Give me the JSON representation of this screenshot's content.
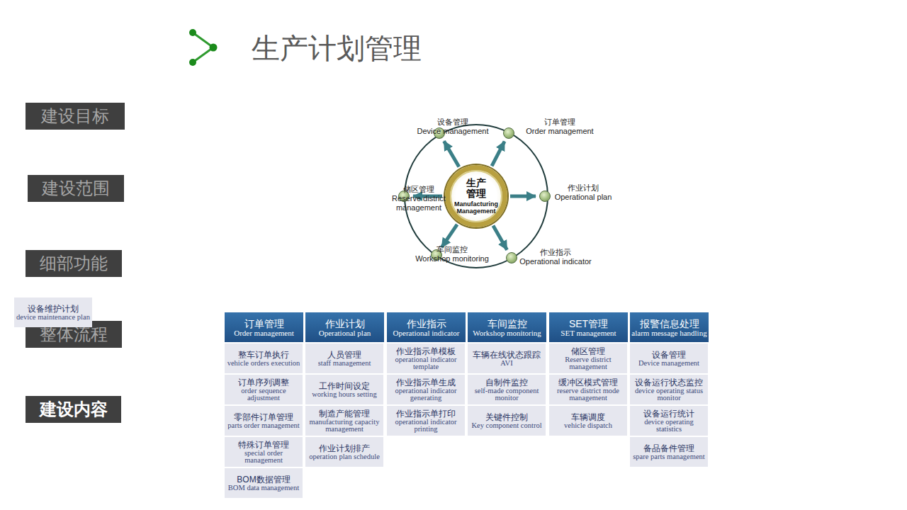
{
  "diagram": {
    "title": "生产计划管理",
    "nodes": [
      {
        "text": [
          "建设目标"
        ]
      },
      {
        "text": [
          "建设范围"
        ]
      },
      {
        "text": [
          "细部功能"
        ]
      },
      {
        "text": [
          "整体流程"
        ]
      },
      {
        "text": [
          "建设内容"
        ]
      },
      {
        "text": [
          "生产 管理",
          "Manufacturing Management"
        ]
      },
      {
        "text": [
          "设备管理",
          "Device management"
        ]
      },
      {
        "text": [
          "订单管理",
          "Order management"
        ]
      },
      {
        "text": [
          "储区管理",
          "Reserve district management"
        ]
      },
      {
        "text": [
          "作业计划",
          "Operational plan"
        ]
      },
      {
        "text": [
          "车间监控",
          "Workshop monitoring"
        ]
      },
      {
        "text": [
          "作业指示",
          "Operational indicator"
        ]
      },
      {
        "text": [
          "订单管理",
          "Order management"
        ]
      },
      {
        "text": [
          "整车订单执行",
          "vehicle orders execution"
        ]
      },
      {
        "text": [
          "订单序列调整",
          "order sequence adjustment"
        ]
      },
      {
        "text": [
          "零部件订单管理",
          "parts order management"
        ]
      },
      {
        "text": [
          "特殊订单管理",
          "special order management"
        ]
      },
      {
        "text": [
          "BOM数据管理",
          "BOM data management"
        ]
      },
      {
        "text": [
          "作业计划",
          "Operational plan"
        ]
      },
      {
        "text": [
          "人员管理",
          "staff management"
        ]
      },
      {
        "text": [
          "工作时间设定",
          "working hours setting"
        ]
      },
      {
        "text": [
          "制造产能管理",
          "manufacturing capacity management"
        ]
      },
      {
        "text": [
          "作业计划排产",
          "operation plan schedule"
        ]
      },
      {
        "text": [
          "作业指示",
          "Operational indicator"
        ]
      },
      {
        "text": [
          "作业指示单模板",
          "operational indicator template"
        ]
      },
      {
        "text": [
          "作业指示单生成",
          "operational indicator generating"
        ]
      },
      {
        "text": [
          "作业指示单打印",
          "operational indicator printing"
        ]
      },
      {
        "text": [
          "车间监控",
          "Workshop monitoring"
        ]
      },
      {
        "text": [
          "车辆在线状态跟踪",
          "AVI"
        ]
      },
      {
        "text": [
          "自制件监控",
          "self-made component monitor"
        ]
      },
      {
        "text": [
          "关键件控制",
          "Key component control"
        ]
      },
      {
        "text": [
          "SET管理",
          "SET management"
        ]
      },
      {
        "text": [
          "储区管理",
          "Reserve district management"
        ]
      },
      {
        "text": [
          "缓冲区模式管理",
          "reserve district mode management"
        ]
      },
      {
        "text": [
          "车辆调度",
          "vehicle dispatch"
        ]
      },
      {
        "text": [
          "报警信息处理",
          "alarm message handling"
        ]
      },
      {
        "text": [
          "设备管理",
          "Device management"
        ]
      },
      {
        "text": [
          "设备运行状态监控",
          "device operating status monitor"
        ]
      },
      {
        "text": [
          "设备运行统计",
          "device operating statistics"
        ]
      },
      {
        "text": [
          "备品备件管理",
          "spare parts management"
        ]
      },
      {
        "text": [
          "设备维护计划",
          "device maintenance plan"
        ]
      }
    ],
    "edges": [
      {
        "from": 5,
        "to": 6,
        "arrow": "to"
      },
      {
        "from": 5,
        "to": 7,
        "arrow": "to"
      },
      {
        "from": 5,
        "to": 8,
        "arrow": "to"
      },
      {
        "from": 5,
        "to": 9,
        "arrow": "to"
      },
      {
        "from": 5,
        "to": 10,
        "arrow": "to"
      },
      {
        "from": 5,
        "to": 11,
        "arrow": "to"
      }
    ]
  }
}
